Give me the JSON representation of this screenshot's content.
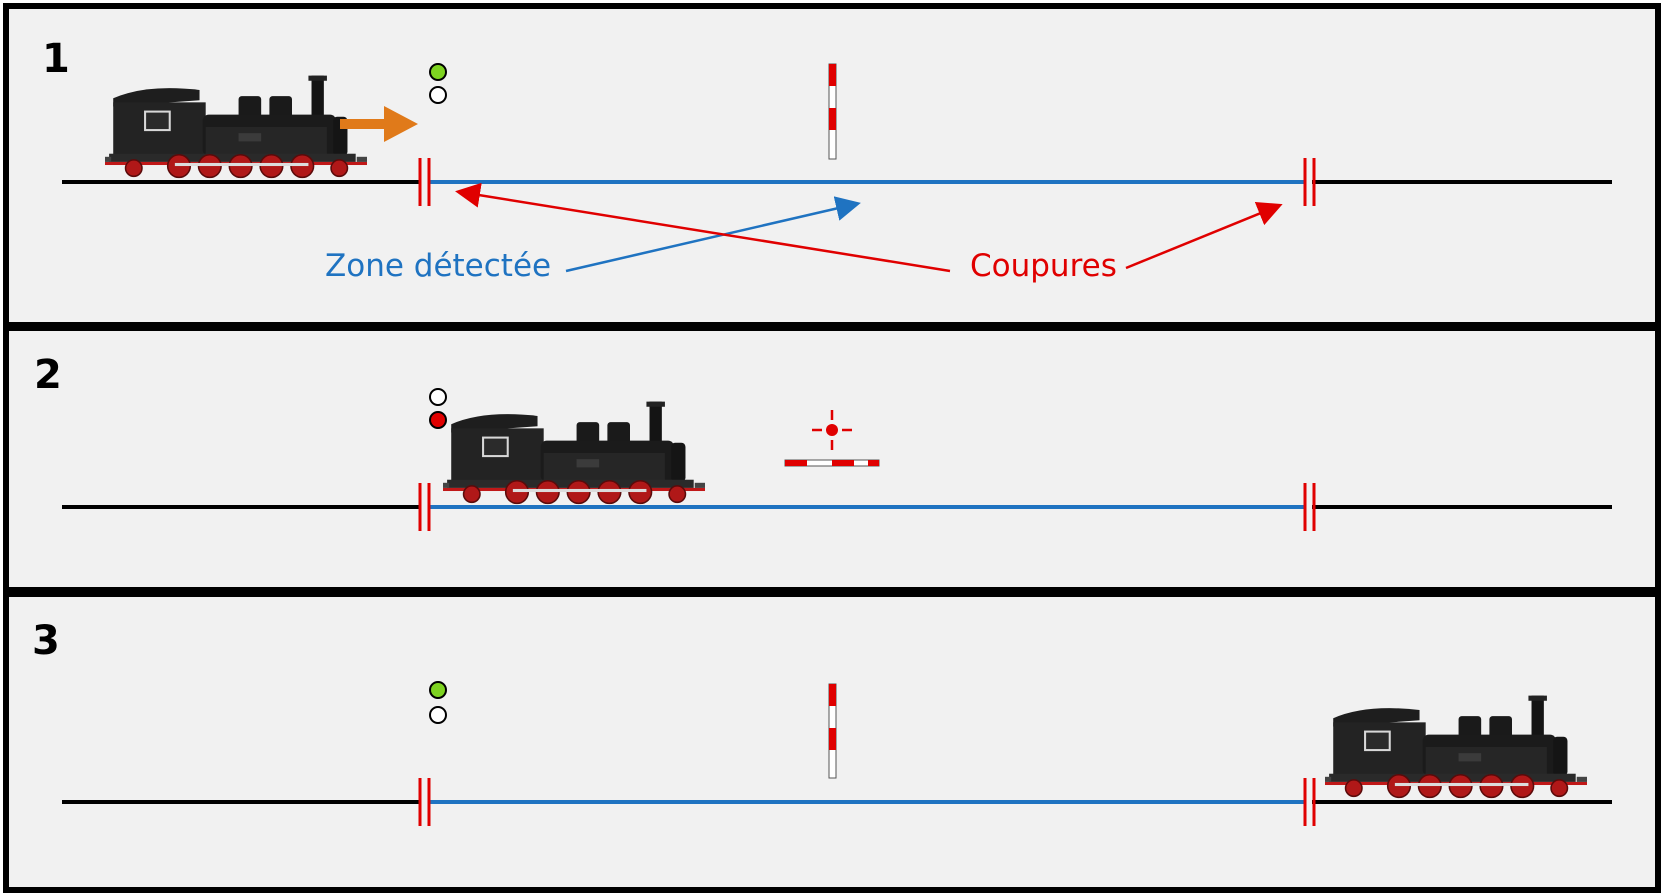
{
  "panels": [
    {
      "number": "1",
      "signal": [
        "green",
        "off"
      ],
      "barrier": "open",
      "train": "left"
    },
    {
      "number": "2",
      "signal": [
        "off",
        "red"
      ],
      "barrier": "closed",
      "train": "entering"
    },
    {
      "number": "3",
      "signal": [
        "green",
        "off"
      ],
      "barrier": "open",
      "train": "right"
    }
  ],
  "annotations": {
    "detected_zone": "Zone détectée",
    "cuts": "Coupures"
  },
  "colors": {
    "background": "#f1f1f1",
    "border": "#000000",
    "track": "#000000",
    "detected_zone": "#1f73c1",
    "cut": "#e00000",
    "signal_green": "#7ed321",
    "signal_red": "#e00000",
    "motion_arrow": "#e07a1a",
    "label_blue": "#1f73c1",
    "label_red": "#e00000"
  },
  "icons": {
    "train": "steam-locomotive-icon",
    "signal": "traffic-signal-icon",
    "barrier": "level-crossing-barrier-icon",
    "motion": "direction-arrow-icon"
  }
}
